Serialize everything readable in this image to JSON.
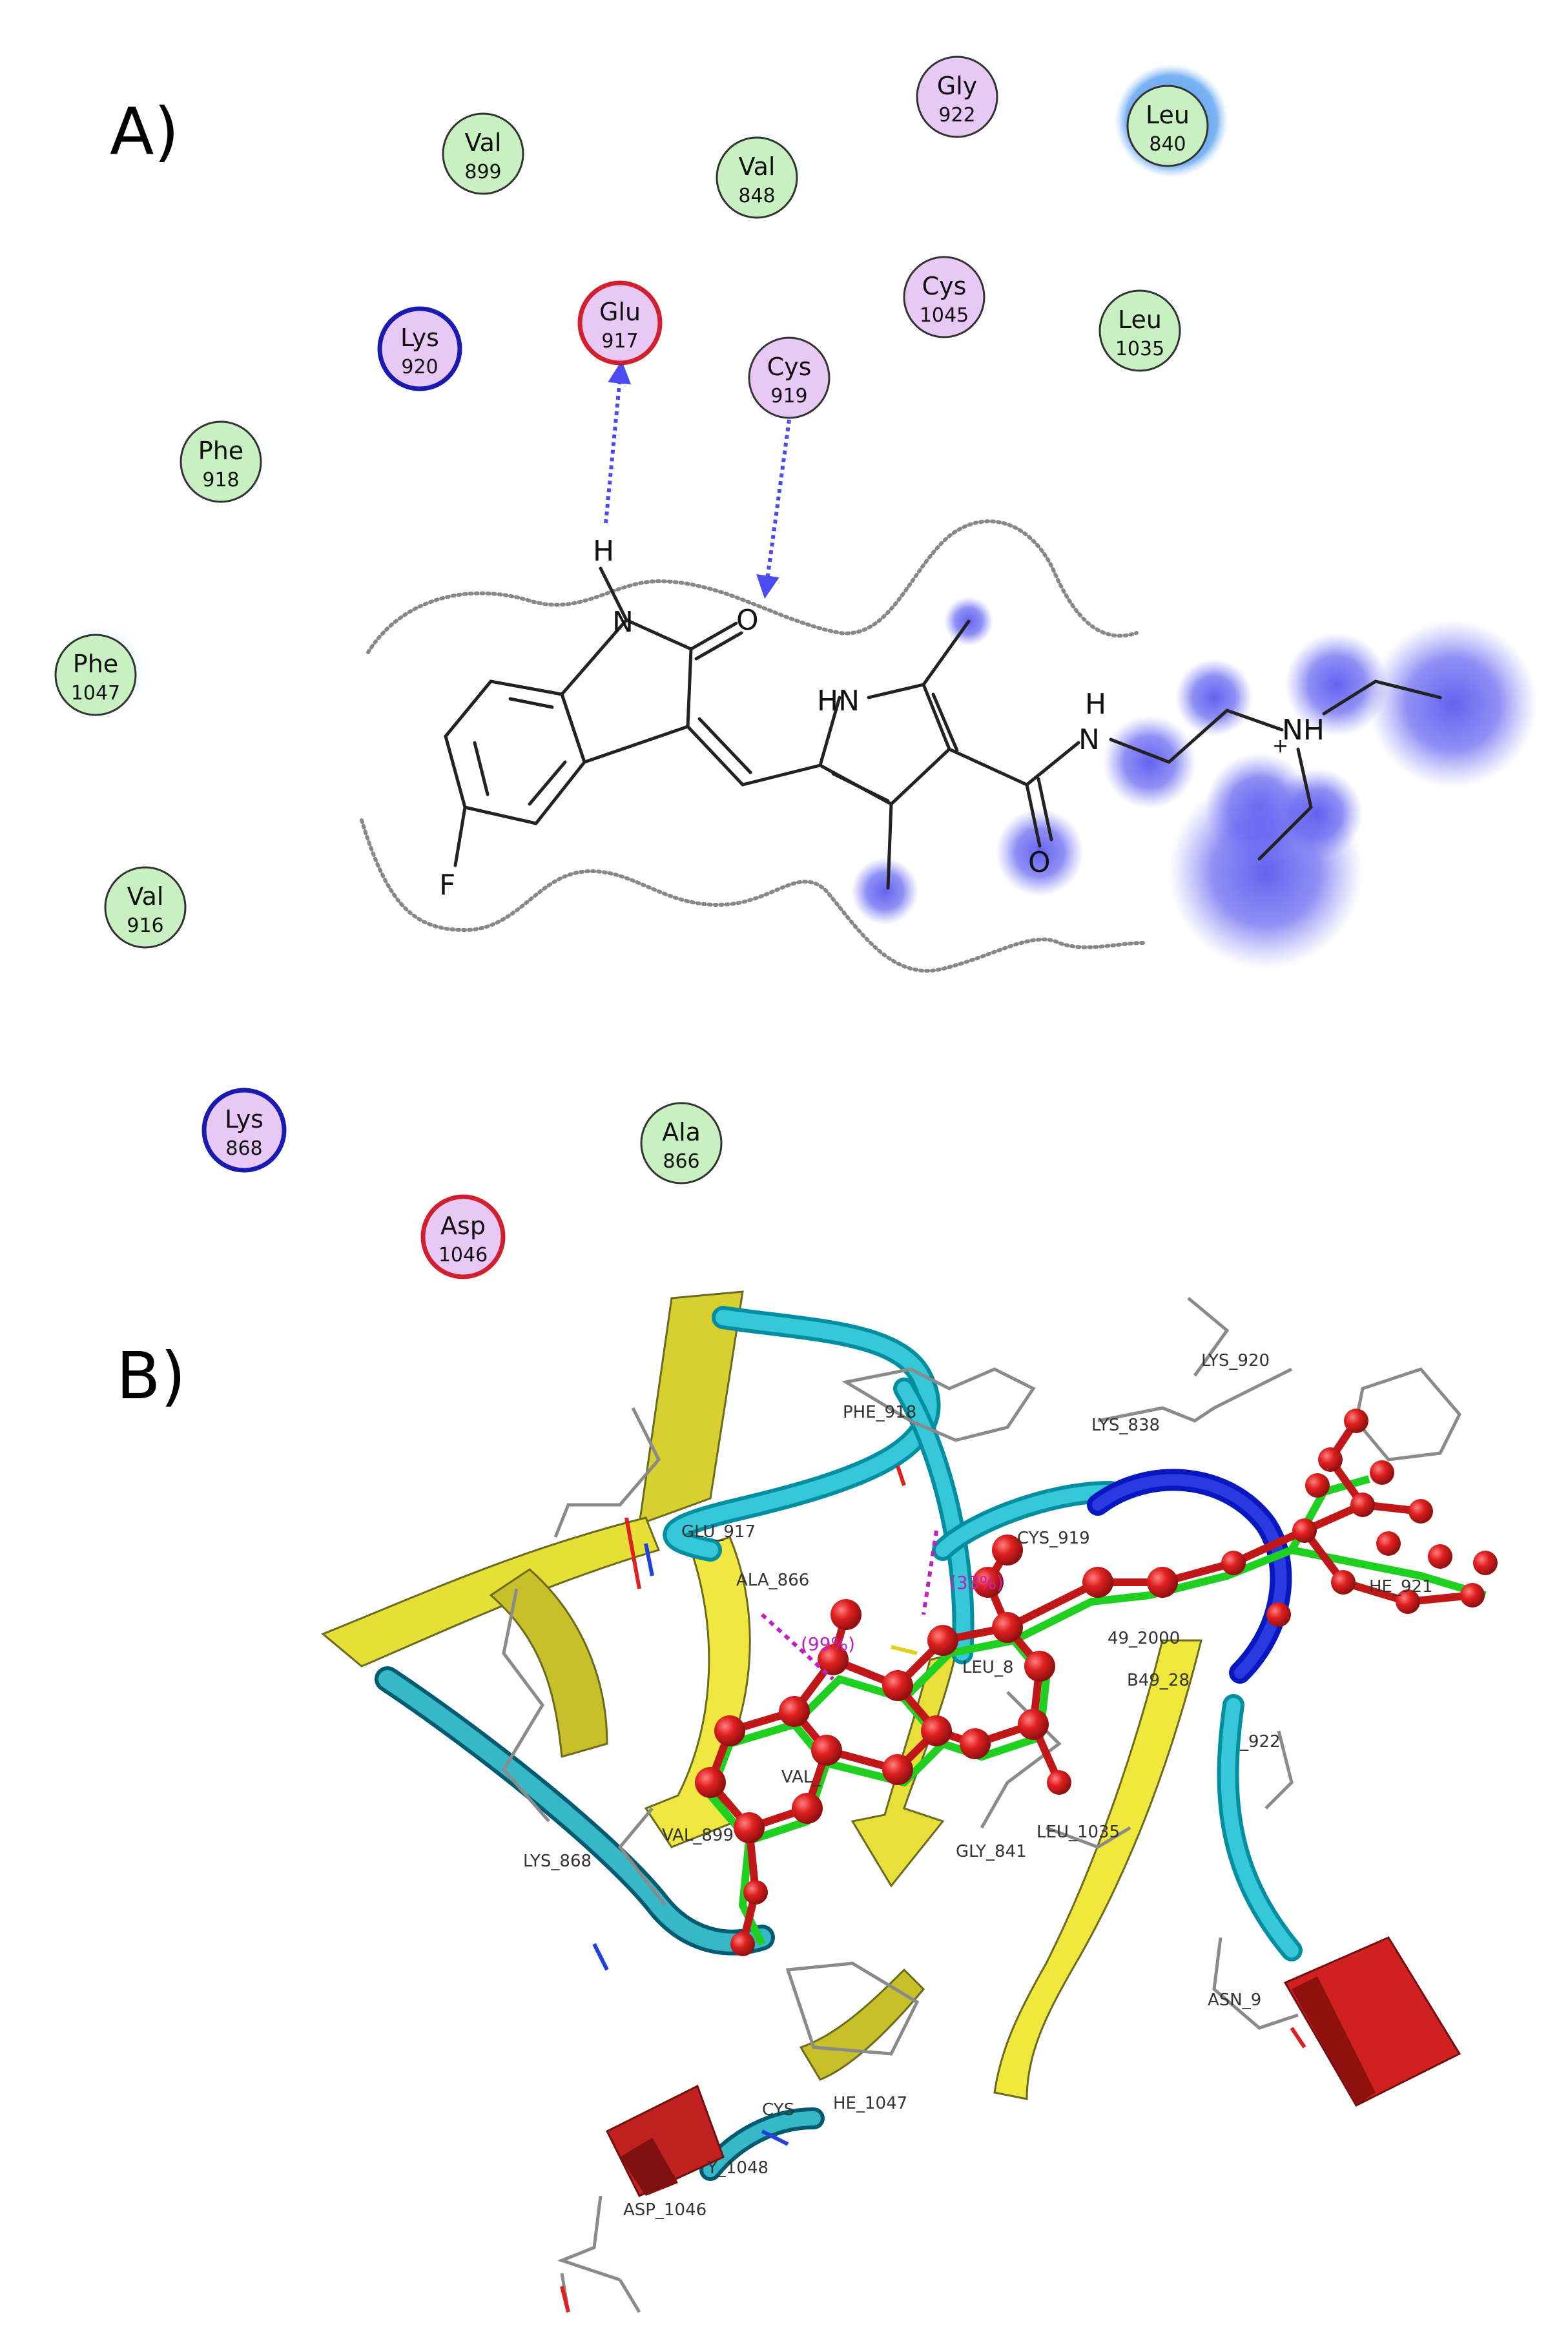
{
  "panels": {
    "a": {
      "label": "A)"
    },
    "b": {
      "label": "B)"
    }
  },
  "residues": [
    {
      "key": "val899",
      "name": "Val",
      "num": "899",
      "type": "hydrophobic"
    },
    {
      "key": "val848",
      "name": "Val",
      "num": "848",
      "type": "hydrophobic"
    },
    {
      "key": "gly922",
      "name": "Gly",
      "num": "922",
      "type": "polar"
    },
    {
      "key": "leu840",
      "name": "Leu",
      "num": "840",
      "type": "hydrophobic"
    },
    {
      "key": "lys920",
      "name": "Lys",
      "num": "920",
      "type": "basic"
    },
    {
      "key": "glu917",
      "name": "Glu",
      "num": "917",
      "type": "acidic"
    },
    {
      "key": "cys1045",
      "name": "Cys",
      "num": "1045",
      "type": "polar"
    },
    {
      "key": "leu1035",
      "name": "Leu",
      "num": "1035",
      "type": "hydrophobic"
    },
    {
      "key": "cys919",
      "name": "Cys",
      "num": "919",
      "type": "polar"
    },
    {
      "key": "phe918",
      "name": "Phe",
      "num": "918",
      "type": "hydrophobic"
    },
    {
      "key": "phe1047",
      "name": "Phe",
      "num": "1047",
      "type": "hydrophobic"
    },
    {
      "key": "val916",
      "name": "Val",
      "num": "916",
      "type": "hydrophobic"
    },
    {
      "key": "lys868",
      "name": "Lys",
      "num": "868",
      "type": "basic"
    },
    {
      "key": "ala866",
      "name": "Ala",
      "num": "866",
      "type": "hydrophobic"
    },
    {
      "key": "asp1046",
      "name": "Asp",
      "num": "1046",
      "type": "acidic"
    }
  ],
  "atoms": {
    "h": "H",
    "n": "N",
    "o1": "O",
    "hn": "HN",
    "h2": "H",
    "n2": "N",
    "nh": "NH",
    "plus": "+",
    "o2": "O",
    "f": "F"
  },
  "colors": {
    "hydrophobic": "#c8f0c0",
    "polar": "#e8c8f4",
    "basic_ring": "#1a1ab0",
    "acidic_ring": "#d02030",
    "bond_arrow": "#4a4af0",
    "exposure": "#6060f0",
    "ribbon_yellow": "#e8e030",
    "coil_cyan": "#30c0d0",
    "coil_blue": "#1020d0",
    "helix_red": "#d02020",
    "ligand_red": "#d01818",
    "ligand_green": "#20d020",
    "hbond": "#c020c0"
  },
  "panel_b": {
    "residue_labels": [
      "LYS_920",
      "PHE_918",
      "LYS_838",
      "GLU_917",
      "ALA_866",
      "CYS_919",
      "LEU_8",
      "49_2000",
      "B49_28",
      "HE_921",
      "_922",
      "VAL_",
      "VAL_899",
      "LYS_868",
      "GLY_841",
      "LEU_1035",
      "CYS",
      "HE_1047",
      "Y_1048",
      "ASP_1046",
      "ASN_9"
    ],
    "hbond_labels": [
      "(33%)",
      "(99%)"
    ]
  }
}
